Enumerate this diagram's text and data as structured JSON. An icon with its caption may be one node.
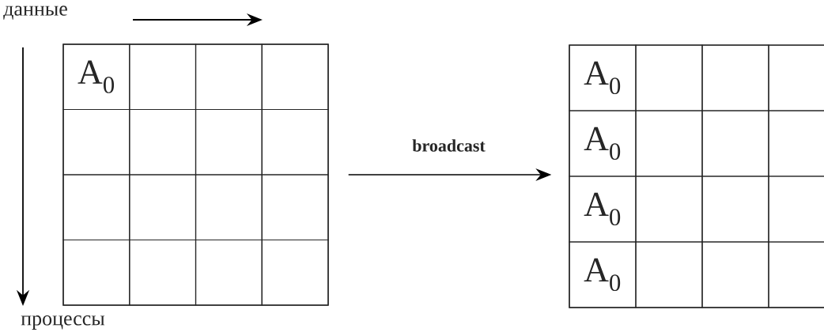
{
  "diagram": {
    "nodes": [
      {
        "text": [],
        "shape": "box"
      },
      {
        "text": [
          "A$_{0}$"
        ],
        "in": 0
      },
      {
        "text": [],
        "shape": "box",
        "in": 0
      },
      {
        "text": [],
        "shape": "box",
        "in": 0
      },
      {
        "text": [],
        "shape": "box",
        "in": 0
      },
      {
        "text": [],
        "shape": "box",
        "in": 0
      },
      {
        "text": [],
        "shape": "box",
        "in": 0
      },
      {
        "text": [],
        "shape": "box",
        "in": 0
      },
      {
        "text": [],
        "shape": "box",
        "in": 0
      },
      {
        "text": [],
        "shape": "box",
        "in": 0
      },
      {
        "text": [],
        "shape": "box",
        "in": 0
      },
      {
        "text": [],
        "shape": "box",
        "in": 0
      },
      {
        "text": [],
        "shape": "box",
        "in": 0
      },
      {
        "text": [],
        "shape": "box",
        "in": 0
      },
      {
        "text": [],
        "shape": "box",
        "in": 0
      },
      {
        "text": [],
        "shape": "box",
        "in": 0
      },
      {
        "text": [],
        "shape": "box",
        "in": 0
      },
      {
        "text": [],
        "shape": "box"
      },
      {
        "text": [
          "A$_{0}$"
        ],
        "in": 17
      },
      {
        "text": [],
        "shape": "box",
        "in": 17
      },
      {
        "text": [],
        "shape": "box",
        "in": 17
      },
      {
        "text": [],
        "shape": "box",
        "in": 17
      },
      {
        "text": [
          "A$_{0}$"
        ],
        "in": 17
      },
      {
        "text": [],
        "shape": "box",
        "in": 17
      },
      {
        "text": [],
        "shape": "box",
        "in": 17
      },
      {
        "text": [],
        "shape": "box",
        "in": 17
      },
      {
        "text": [
          "A$_{0}$"
        ],
        "in": 17
      },
      {
        "text": [],
        "shape": "box",
        "in": 17
      },
      {
        "text": [],
        "shape": "box",
        "in": 17
      },
      {
        "text": [],
        "shape": "box",
        "in": 17
      },
      {
        "text": [
          "A$_{0}$"
        ],
        "in": 17
      },
      {
        "text": [],
        "shape": "box",
        "in": 17
      },
      {
        "text": [],
        "shape": "box",
        "in": 17
      },
      {
        "text": [],
        "shape": "box",
        "in": 17
      }
    ],
    "edges": [
      {
        "from": 0,
        "to": 17,
        "arrow": "to",
        "label": "broadcast"
      }
    ],
    "labels": [
      "данные",
      "процессы"
    ]
  }
}
